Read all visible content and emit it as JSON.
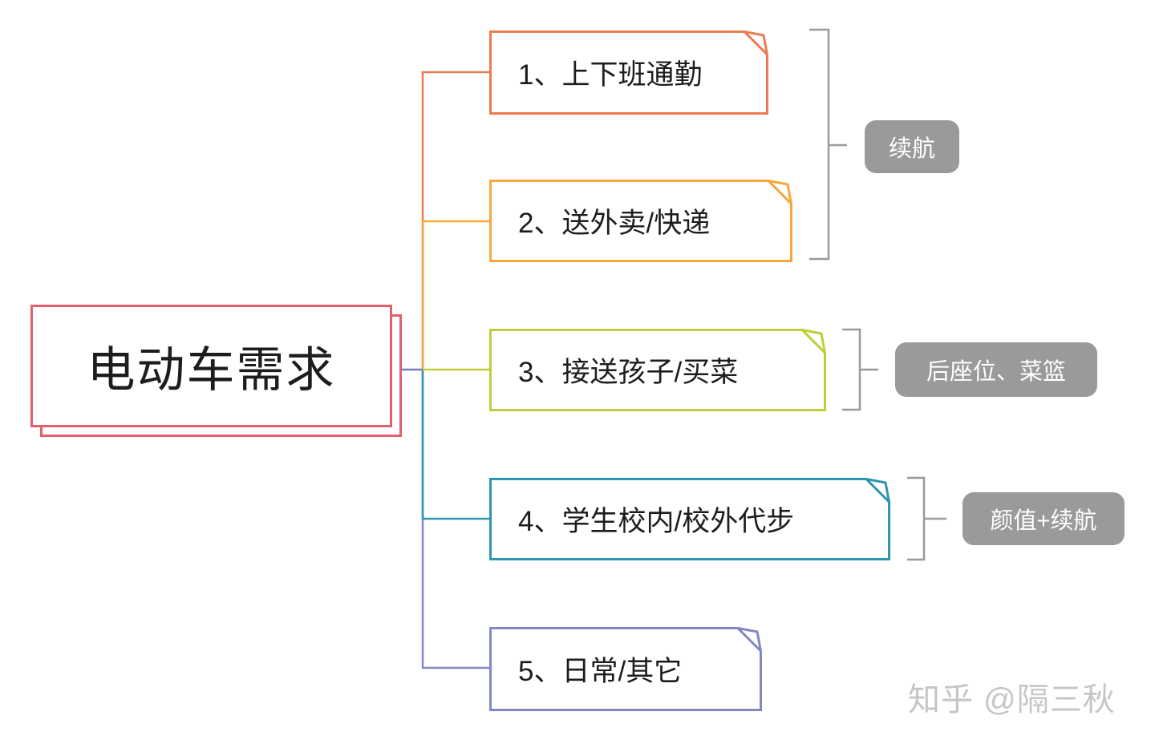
{
  "root": {
    "label": "电动车需求",
    "border_color": "#E2606C"
  },
  "branches": [
    {
      "label": "1、上下班通勤",
      "color": "#EC7C4E"
    },
    {
      "label": "2、送外卖/快递",
      "color": "#F4A83C"
    },
    {
      "label": "3、接送孩子/买菜",
      "color": "#BFCE3A"
    },
    {
      "label": "4、学生校内/校外代步",
      "color": "#2E96B0"
    },
    {
      "label": "5、日常/其它",
      "color": "#8487C5"
    }
  ],
  "annotations": [
    {
      "label": "续航",
      "groups": "branches 1-2"
    },
    {
      "label": "后座位、菜篮",
      "groups": "branch 3"
    },
    {
      "label": "颜值+续航",
      "groups": "branch 4"
    }
  ],
  "annotation_style": {
    "background": "#9A9A9A",
    "text_color": "#FFFFFF"
  },
  "bracket_color": "#9A9A9A",
  "stub_color": "#6F7FC2",
  "watermark": {
    "text": "知乎 @隔三秋",
    "color": "#C6C6C6"
  }
}
